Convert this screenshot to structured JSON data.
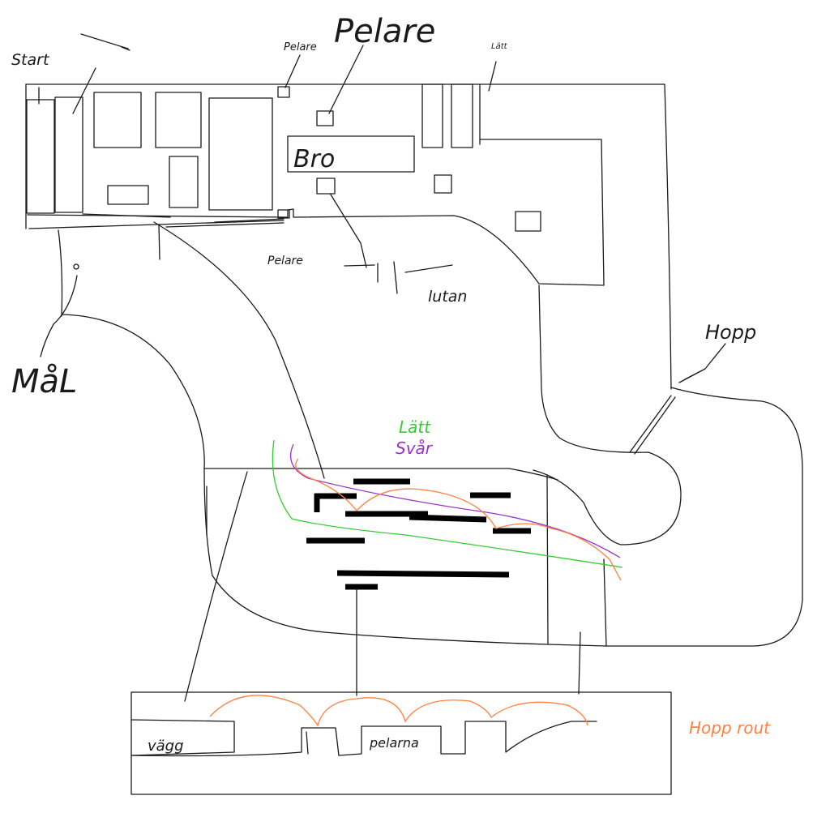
{
  "labels": {
    "start": "Start",
    "pelare_small_top": "Pelare",
    "pelare_big_top": "Pelare",
    "latt_top": "Lätt",
    "bro": "Bro",
    "pelare_bottom": "Pelare",
    "lutan": "lutan",
    "mal": "MåL",
    "hopp": "Hopp",
    "latt_green": "Lätt",
    "svar_purple": "Svår",
    "vagg": "vägg",
    "pelarna": "pelarna",
    "hopprout": "Hopp rout"
  },
  "colors": {
    "line": "#1a1a1a",
    "green": "#33cc33",
    "purple": "#9933cc",
    "orange": "#ff8040"
  }
}
